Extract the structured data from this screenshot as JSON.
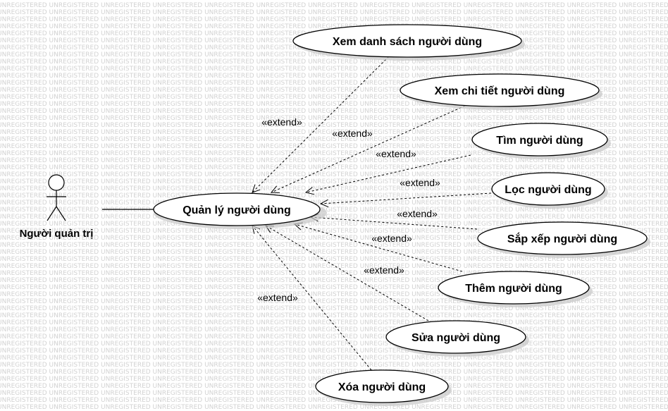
{
  "watermark": {
    "text": "UNREGISTERED"
  },
  "actor": {
    "name": "Người quản trị"
  },
  "main_use_case": {
    "label": "Quản lý người dùng"
  },
  "relationship_label": "«extend»",
  "extending_use_cases": [
    {
      "label": "Xem danh sách người dùng"
    },
    {
      "label": "Xem chi tiết người dùng"
    },
    {
      "label": "Tìm người dùng"
    },
    {
      "label": "Lọc người dùng"
    },
    {
      "label": "Sắp xếp người dùng"
    },
    {
      "label": "Thêm người dùng"
    },
    {
      "label": "Sửa người dùng"
    },
    {
      "label": "Xóa người dùng"
    }
  ],
  "colors": {
    "watermark": "#d2d2d2",
    "shadow": "#c8c8c8",
    "stroke": "#000000",
    "fill": "#ffffff"
  }
}
